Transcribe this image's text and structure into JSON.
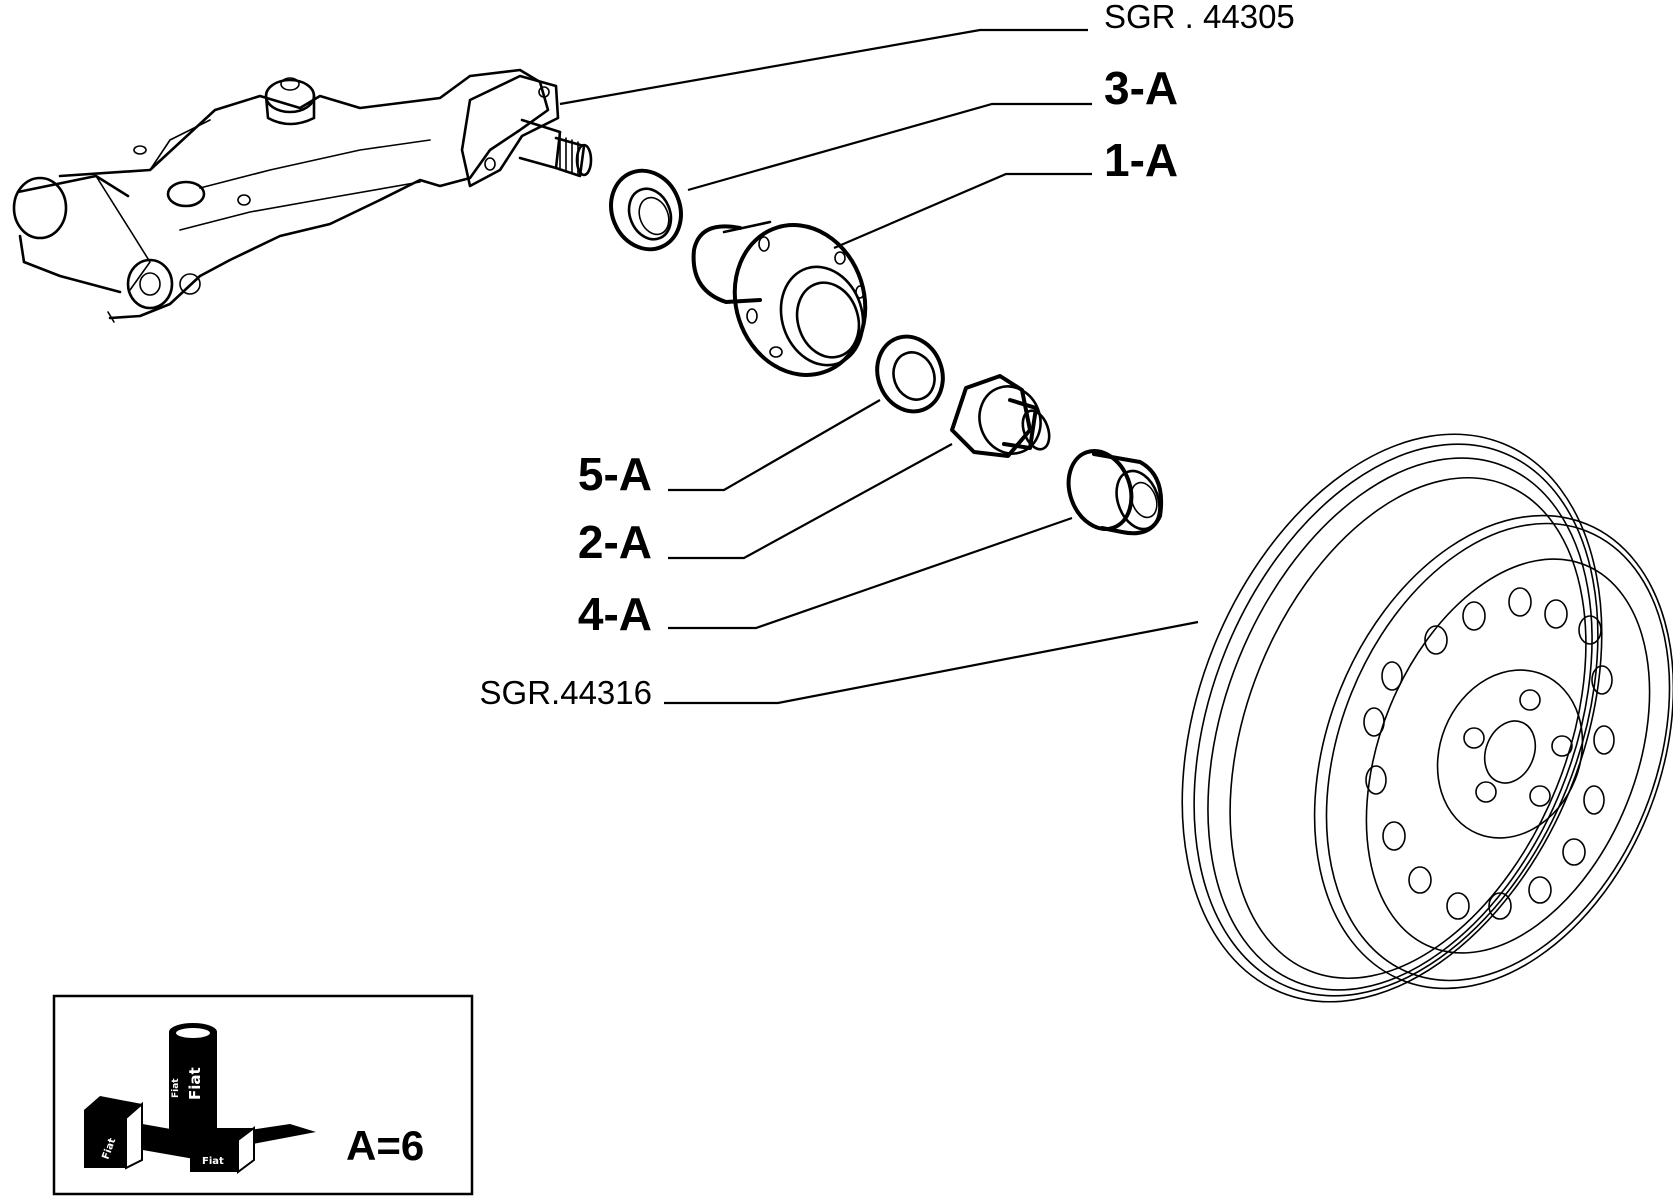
{
  "labels": {
    "ref_arm": "SGR . 44305",
    "ref_wheel": "SGR.44316",
    "part_3a": "3-A",
    "part_1a": "1-A",
    "part_5a": "5-A",
    "part_2a": "2-A",
    "part_4a": "4-A"
  },
  "legend": {
    "quantity": "A=6",
    "brand_tall": "Fiat",
    "brand_tall_small": "Fiat",
    "brand_box_left": "Fiat",
    "brand_box_right": "Fiat"
  }
}
